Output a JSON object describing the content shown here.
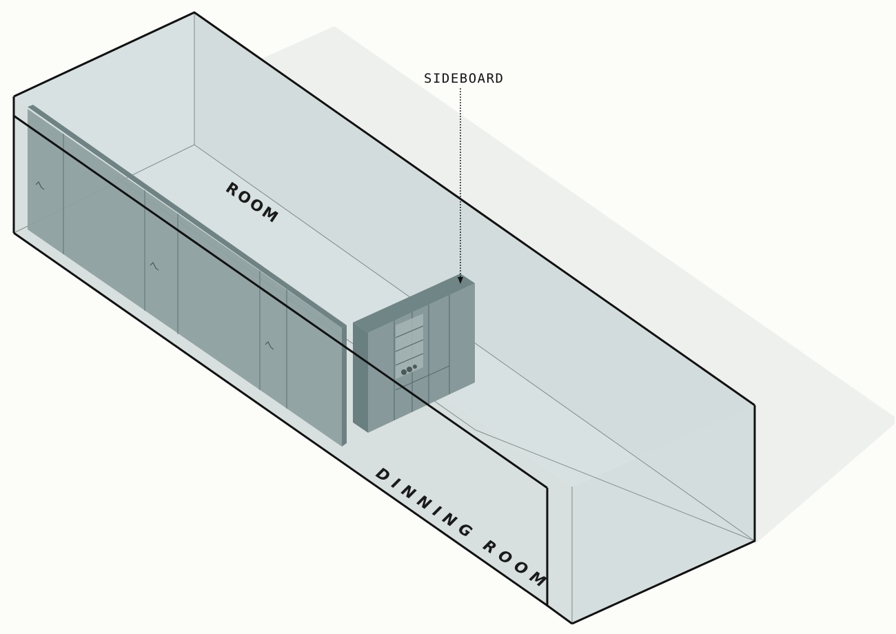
{
  "labels": {
    "room": "ROOM",
    "dining_room": "DINNING ROOM",
    "sideboard": "SIDEBOARD"
  },
  "colors": {
    "background": "#fcfcf9",
    "shadow": "#eef0ee",
    "volume_fill": "#d3dcdc",
    "panel_front": "#8f9f9f",
    "panel_side": "#7d8f8f",
    "sideboard_front": "#86999a",
    "sideboard_top": "#6f8586",
    "edge": "#111111"
  }
}
